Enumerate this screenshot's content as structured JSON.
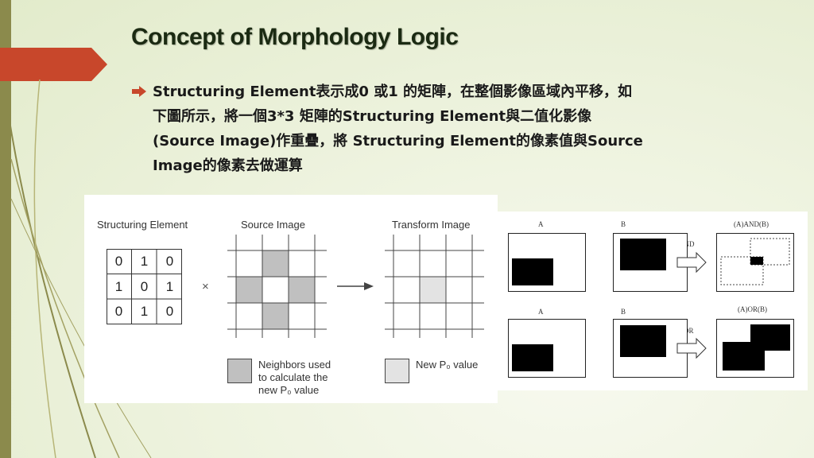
{
  "slide": {
    "title": "Concept of Morphology Logic",
    "body_lines": [
      "Structuring Element表示成0 或1 的矩陣，在整個影像區域內平移，如",
      "下圖所示，將一個3*3 矩陣的Structuring Element與二值化影像",
      "(Source Image)作重疊，將 Structuring Element的像素值與Source",
      "Image的像素去做運算"
    ]
  },
  "left_figure": {
    "se_label": "Structuring Element",
    "source_label": "Source Image",
    "transform_label": "Transform Image",
    "matrix": [
      [
        "0",
        "1",
        "0"
      ],
      [
        "1",
        "0",
        "1"
      ],
      [
        "0",
        "1",
        "0"
      ]
    ],
    "times_symbol": "×",
    "legend_neighbors": [
      "Neighbors used",
      "to calculate the",
      "new P₀ value"
    ],
    "legend_new": "New P₀ value"
  },
  "right_figure": {
    "labels": {
      "a1": "A",
      "b1": "B",
      "and_op": "AND",
      "and_result": "(A)AND(B)",
      "a2": "A",
      "b2": "B",
      "or_op": "OR",
      "or_result": "(A)OR(B)"
    }
  },
  "colors": {
    "title": "#1b2a12",
    "banner": "#c8472b",
    "leftbar": "#8b8a4c",
    "gray_cell": "#c0c0c0",
    "light_cell": "#e3e3e3"
  }
}
